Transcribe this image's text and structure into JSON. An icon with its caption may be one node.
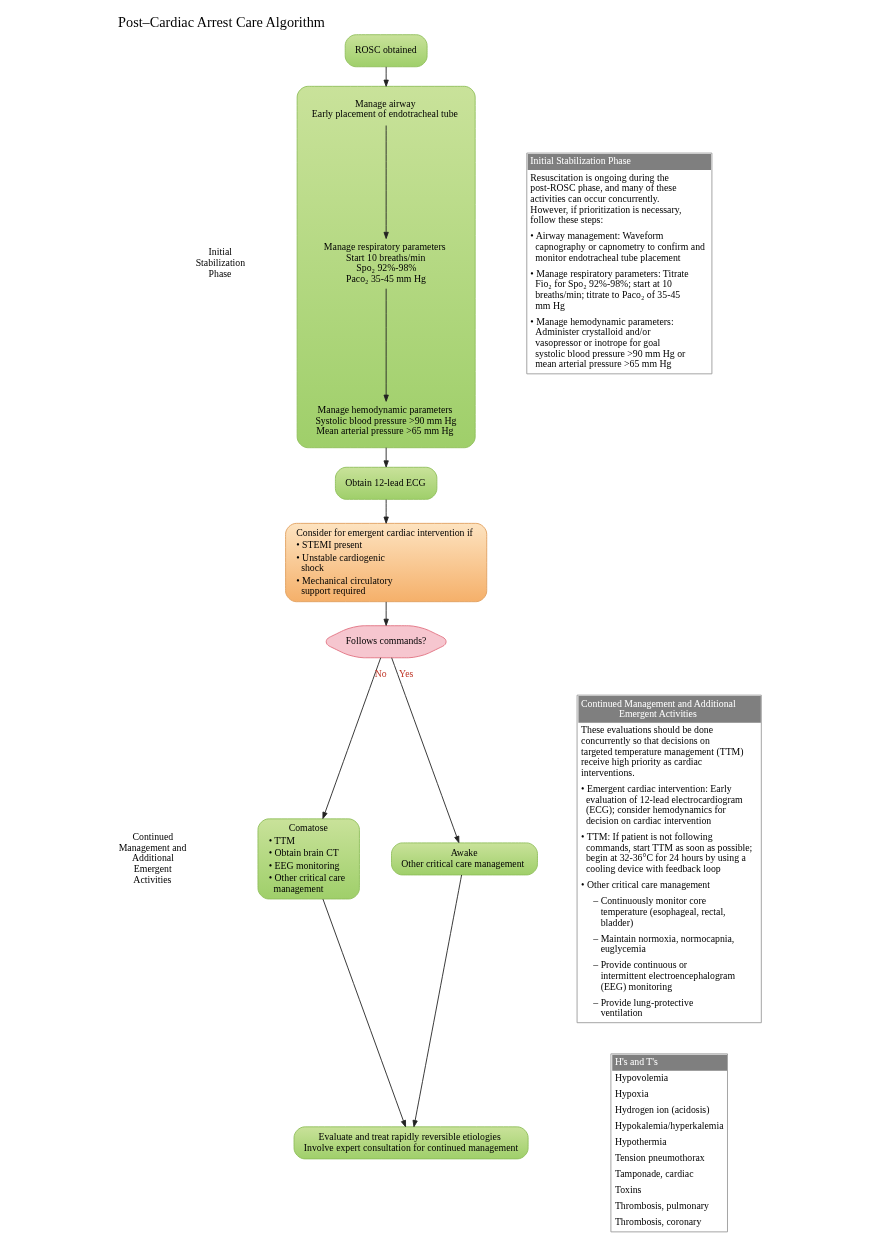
{
  "diagram": {
    "title": "Post–Cardiac Arrest Care Algorithm",
    "nodes": [
      {
        "text": [
          "ROSC obtained"
        ]
      },
      {
        "text": [],
        "shape": "box"
      },
      {
        "text": [
          "Manage airway",
          "Early placement of endotracheal tube"
        ],
        "in": 1
      },
      {
        "text": [
          "Manage respiratory parameters",
          "Start 10 breaths/min",
          "Spo₂ 92%-98%",
          "Paco₂ 35-45 mm Hg"
        ],
        "in": 1
      },
      {
        "text": [
          "Manage hemodynamic parameters",
          "Systolic blood pressure >90 mm Hg",
          "Mean arterial pressure >65 mm Hg"
        ],
        "in": 1
      },
      {
        "text": [
          "Obtain 12-lead ECG"
        ]
      },
      {
        "text": [
          "Consider for emergent cardiac intervention if",
          "• STEMI present",
          "• Unstable cardiogenic shock",
          "• Mechanical circulatory support required"
        ]
      },
      {
        "text": [
          "Follows commands?"
        ]
      },
      {
        "text": [
          "Comatose",
          "• TTM",
          "• Obtain brain CT",
          "• EEG monitoring",
          "• Other critical care management"
        ]
      },
      {
        "text": [
          "Awake",
          "Other critical care management"
        ]
      },
      {
        "text": [
          "Evaluate and treat rapidly reversible etiologies",
          "Involve expert consultation for continued management"
        ]
      },
      {
        "text": [
          "Initial Stabilization Phase",
          "Resuscitation is ongoing during the post-ROSC phase, and many of these activities can occur concurrently. However, if prioritization is necessary, follow these steps:",
          "• Airway management: Waveform capnography or capnometry to confirm and monitor endotracheal tube placement",
          "• Manage respiratory parameters: Titrate Fio₂ for Spo₂ 92%-98%; start at 10 breaths/min; titrate to Paco₂ of 35-45 mm Hg",
          "• Manage hemodynamic parameters: Administer crystalloid and/or vasopressor or inotrope for goal systolic blood pressure >90 mm Hg or mean arterial pressure >65 mm Hg"
        ]
      },
      {
        "text": [
          "Continued Management and Additional Emergent Activities",
          "These evaluations should be done concurrently so that decisions on targeted temperature management (TTM) receive high priority as cardiac interventions.",
          "• Emergent cardiac intervention: Early evaluation of 12-lead electrocardiogram (ECG); consider hemodynamics for decision on cardiac intervention",
          "• TTM: If patient is not following commands, start TTM as soon as possible; begin at 32-36°C for 24 hours by using a cooling device with feedback loop",
          "• Other critical care management",
          "– Continuously monitor core temperature (esophageal, rectal, bladder)",
          "– Maintain normoxia, normocapnia, euglycemia",
          "– Provide continuous or intermittent electroencephalogram (EEG) monitoring",
          "– Provide lung-protective ventilation"
        ]
      },
      {
        "text": [
          "H's and T's",
          "Hypovolemia",
          "Hypoxia",
          "Hydrogen ion (acidosis)",
          "Hypokalemia/hyperkalemia",
          "Hypothermia",
          "Tension pneumothorax",
          "Tamponade, cardiac",
          "Toxins",
          "Thrombosis, pulmonary",
          "Thrombosis, coronary"
        ]
      }
    ],
    "edges": [
      {
        "from": 0,
        "to": 1,
        "arrow": "to"
      },
      {
        "from": 2,
        "to": 3,
        "arrow": "to"
      },
      {
        "from": 3,
        "to": 4,
        "arrow": "to"
      },
      {
        "from": 1,
        "to": 5,
        "arrow": "to"
      },
      {
        "from": 5,
        "to": 6,
        "arrow": "to"
      },
      {
        "from": 6,
        "to": 7,
        "arrow": "to"
      },
      {
        "from": 7,
        "to": 8,
        "arrow": "to",
        "label": "No"
      },
      {
        "from": 7,
        "to": 9,
        "arrow": "to",
        "label": "Yes"
      },
      {
        "from": 8,
        "to": 10,
        "arrow": "to"
      },
      {
        "from": 9,
        "to": 10,
        "arrow": "to"
      }
    ],
    "labels": [
      "Initial Stabilization Phase",
      "Continued Management and Additional Emergent Activities"
    ]
  }
}
